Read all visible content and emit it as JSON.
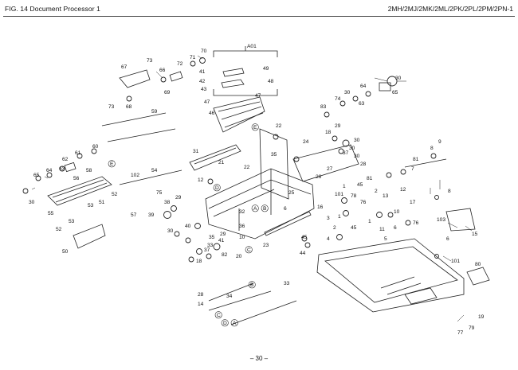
{
  "header": {
    "figure_title": "FIG. 14  Document Processor 1",
    "models": "2MH/2MJ/2MK/2ML/2PK/2PL/2PM/2PN-1"
  },
  "footer": {
    "page_number": "– 30 –"
  },
  "part_labels": [
    "A01",
    "41",
    "42",
    "43",
    "47",
    "49",
    "48",
    "47",
    "46",
    "70",
    "71",
    "72",
    "73",
    "67",
    "66",
    "69",
    "68",
    "73",
    "59",
    "60",
    "61",
    "62",
    "63",
    "65",
    "64",
    "30",
    "55",
    "56",
    "58",
    "E",
    "102",
    "54",
    "31",
    "21",
    "22",
    "12",
    "D",
    "75",
    "29",
    "38",
    "39",
    "30",
    "40",
    "35",
    "33",
    "29",
    "41",
    "37",
    "18",
    "20",
    "82",
    "10",
    "36",
    "53",
    "51",
    "52",
    "57",
    "50",
    "53",
    "52",
    "32",
    "23",
    "E",
    "22",
    "A",
    "B",
    "6",
    "25",
    "26",
    "27",
    "24",
    "35",
    "83",
    "74",
    "30",
    "63",
    "64",
    "65",
    "30",
    "18",
    "29",
    "30",
    "30",
    "30",
    "37",
    "28",
    "81",
    "81",
    "9",
    "8",
    "7",
    "8",
    "101",
    "45",
    "2",
    "13",
    "12",
    "17",
    "10",
    "103",
    "15",
    "16",
    "3",
    "4",
    "44",
    "1",
    "45",
    "1",
    "76",
    "5",
    "11",
    "76",
    "6",
    "6",
    "101",
    "80",
    "14",
    "C",
    "D",
    "A",
    "B",
    "34",
    "33",
    "28",
    "C",
    "19",
    "79",
    "77",
    "78",
    "45",
    "1",
    "2",
    "3"
  ]
}
